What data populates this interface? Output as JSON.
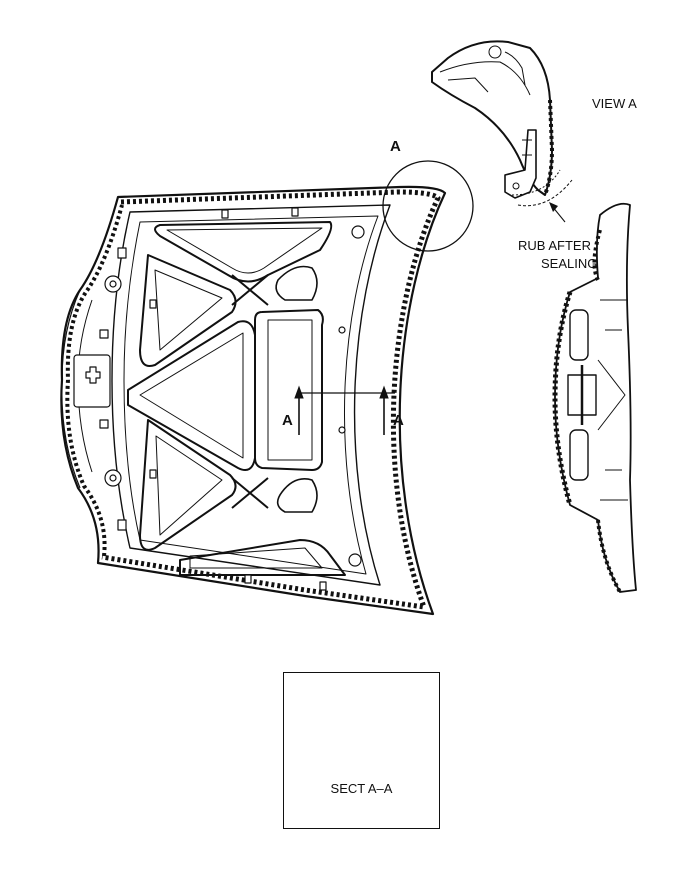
{
  "labels": {
    "view_a": "VIEW A",
    "callout_a": "A",
    "section_arrow_left": "A",
    "section_arrow_right": "A",
    "rub_after_sealing_line1": "RUB AFTER",
    "rub_after_sealing_line2": "SEALING",
    "section_title": "SECT A–A"
  }
}
